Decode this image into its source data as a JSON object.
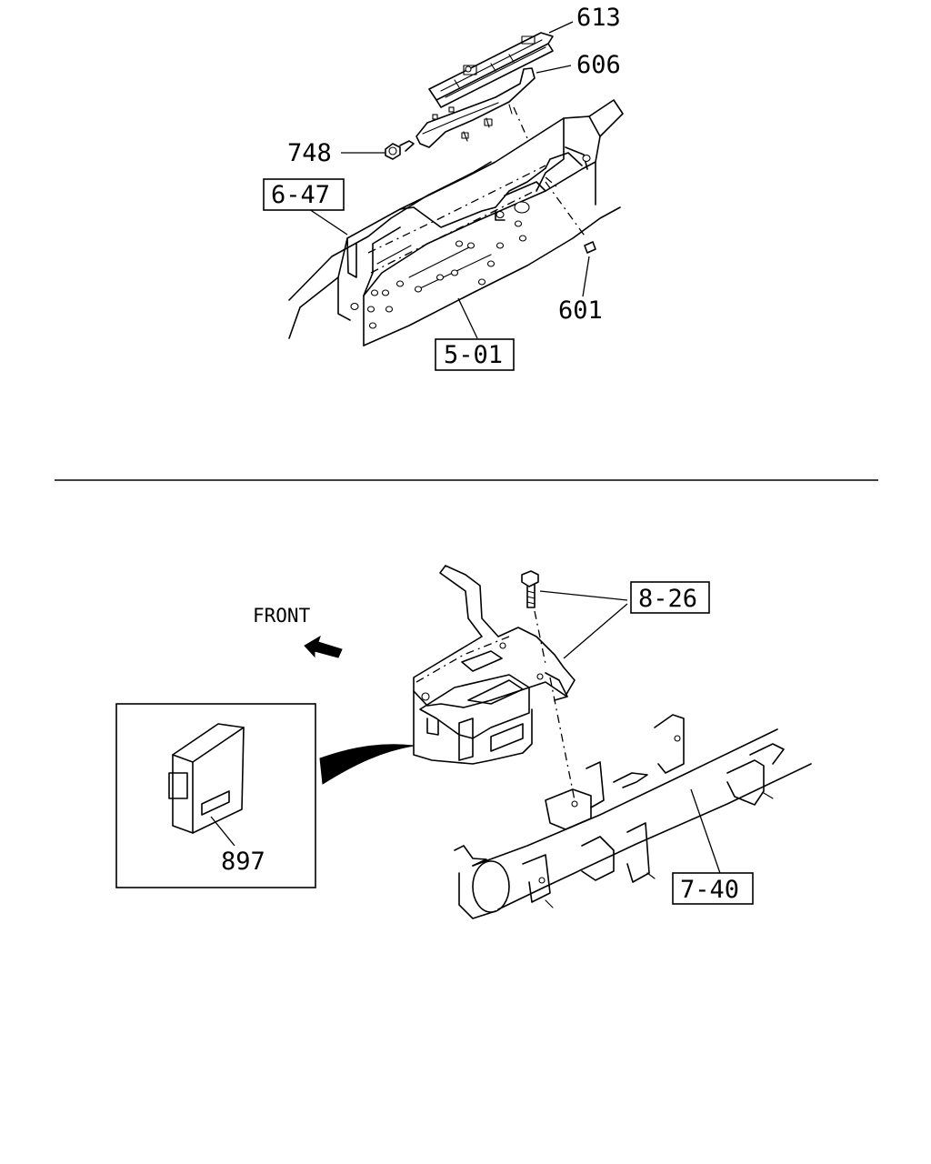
{
  "top_section": {
    "callouts": {
      "p613": "613",
      "p606": "606",
      "p748": "748",
      "p601": "601"
    },
    "references": {
      "r647": "6-47",
      "r501": "5-01"
    }
  },
  "bottom_section": {
    "direction_label": "FRONT",
    "callouts": {
      "p897": "897"
    },
    "references": {
      "r826": "8-26",
      "r740": "7-40"
    }
  }
}
